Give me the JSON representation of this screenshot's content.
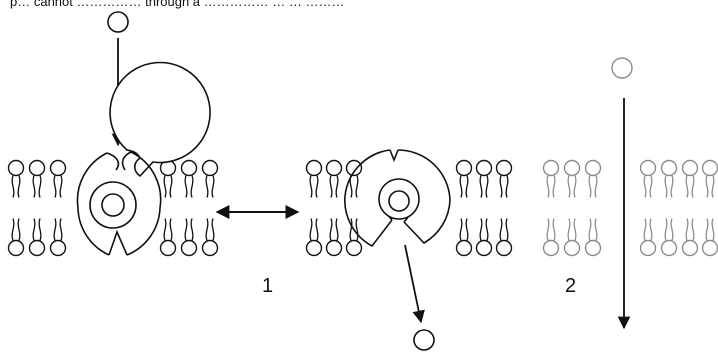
{
  "header_text": "p… cannot …………… through a …………… … … ………",
  "labels": {
    "mechanism_1": "1",
    "mechanism_2": "2"
  },
  "colors": {
    "stroke_main": "#111111",
    "stroke_faint": "#8c8c8c",
    "fill": "#ffffff"
  }
}
